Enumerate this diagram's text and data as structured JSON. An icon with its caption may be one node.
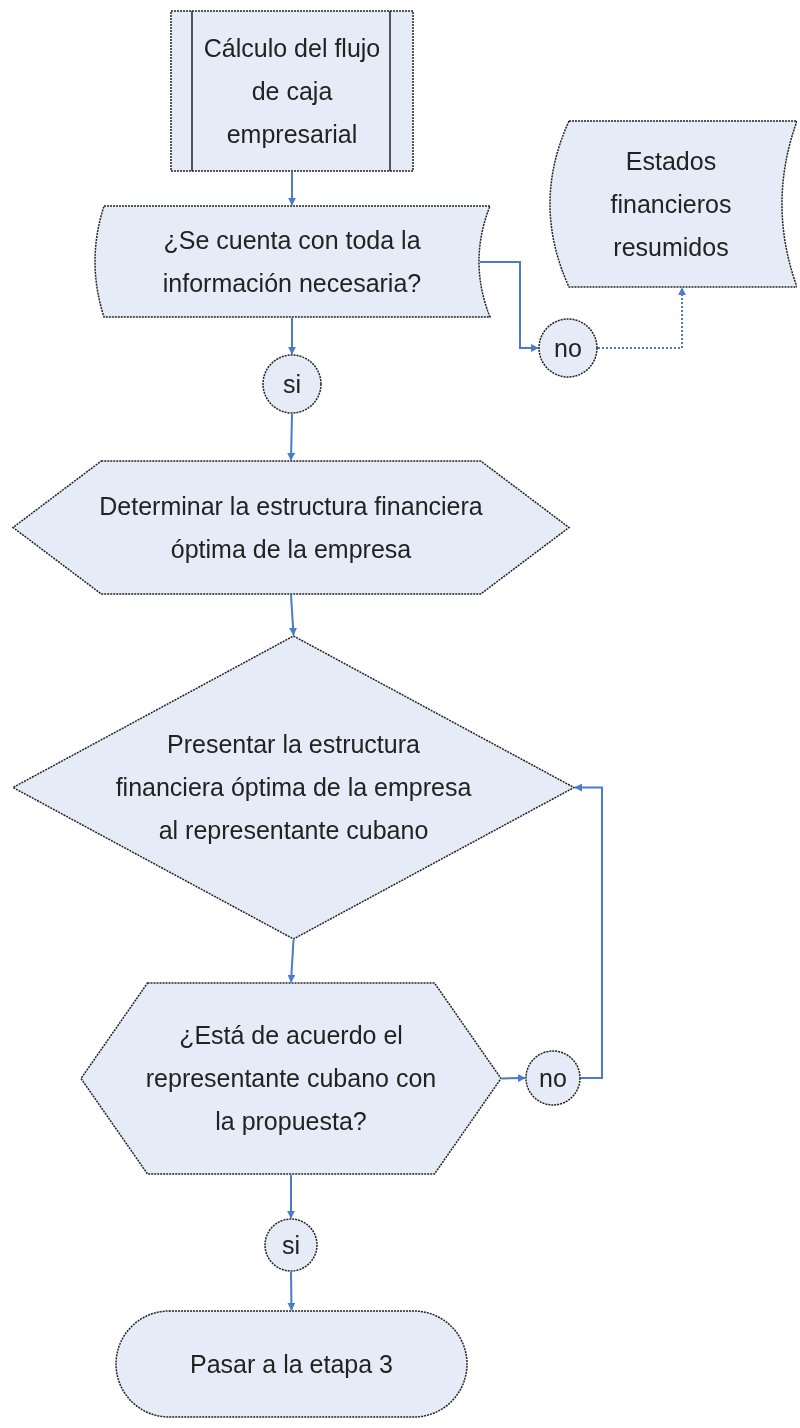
{
  "diagram": {
    "nodes": [
      {
        "text": [
          "Cálculo del flujo de caja empresarial"
        ]
      },
      {
        "text": [
          "¿Se cuenta con toda la información necesaria?"
        ]
      },
      {
        "text": [
          "no"
        ]
      },
      {
        "text": [
          "Estados financieros resumidos"
        ]
      },
      {
        "text": [
          "si"
        ]
      },
      {
        "text": [
          "Determinar la estructura financiera óptima de la empresa"
        ]
      },
      {
        "text": [
          "Presentar la estructura financiera óptima de la empresa al representante cubano"
        ]
      },
      {
        "text": [
          "¿Está de acuerdo el representante cubano con la propuesta?"
        ]
      },
      {
        "text": [
          "no"
        ]
      },
      {
        "text": [
          "si"
        ]
      },
      {
        "text": [
          "Pasar a la etapa 3"
        ]
      }
    ],
    "edges": [
      {
        "from": 0,
        "to": 1,
        "arrow": "to"
      },
      {
        "from": 1,
        "to": 2,
        "arrow": "to"
      },
      {
        "from": 2,
        "to": 3,
        "arrow": "to",
        "style": "dashed"
      },
      {
        "from": 1,
        "to": 4,
        "arrow": "to"
      },
      {
        "from": 4,
        "to": 5,
        "arrow": "to"
      },
      {
        "from": 5,
        "to": 6,
        "arrow": "to"
      },
      {
        "from": 6,
        "to": 7,
        "arrow": "to"
      },
      {
        "from": 7,
        "to": 8,
        "arrow": "to"
      },
      {
        "from": 8,
        "to": 6,
        "arrow": "to"
      },
      {
        "from": 7,
        "to": 9,
        "arrow": "to"
      },
      {
        "from": 9,
        "to": 10,
        "arrow": "to"
      }
    ]
  }
}
